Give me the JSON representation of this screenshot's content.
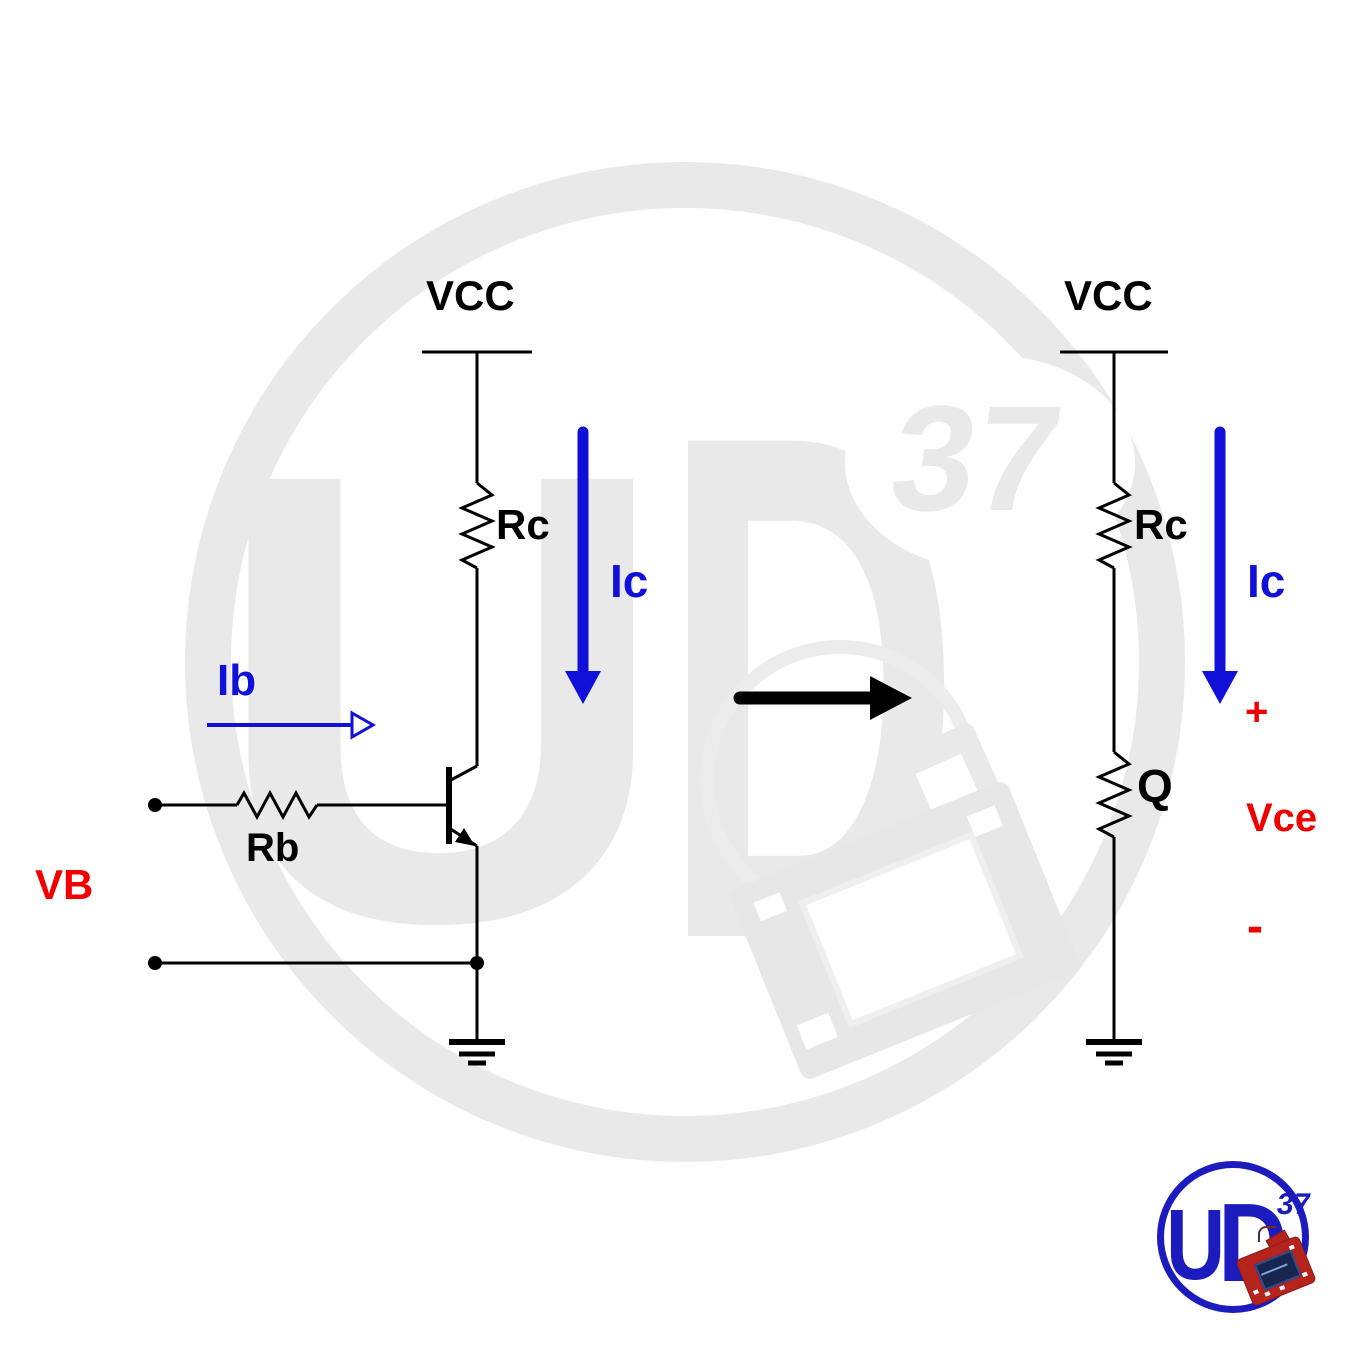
{
  "colors": {
    "wire_black": "#000000",
    "current_arrow_blue": "#1010D8",
    "voltage_text_red": "#F20000",
    "watermark_gray": "#E9E9E9",
    "logo_blue": "#1C1CBE",
    "pcb_red": "#B5241C",
    "pcb_screen_navy": "#16264E"
  },
  "left_circuit": {
    "supply_label": "VCC",
    "collector_resistor_label": "Rc",
    "collector_current_label": "Ic",
    "base_current_label": "Ib",
    "base_resistor_label": "Rb",
    "base_voltage_label": "VB"
  },
  "right_circuit": {
    "supply_label": "VCC",
    "collector_resistor_label": "Rc",
    "transistor_label": "Q",
    "collector_current_label": "Ic",
    "vce_plus_sign": "+",
    "vce_label": "Vce",
    "vce_minus_sign": "-"
  },
  "watermark": {
    "brand_letter_u": "U",
    "brand_letter_d": "D",
    "brand_number": "37"
  },
  "logo": {
    "brand_letter_u": "U",
    "brand_letter_d": "D",
    "brand_number": "37"
  }
}
